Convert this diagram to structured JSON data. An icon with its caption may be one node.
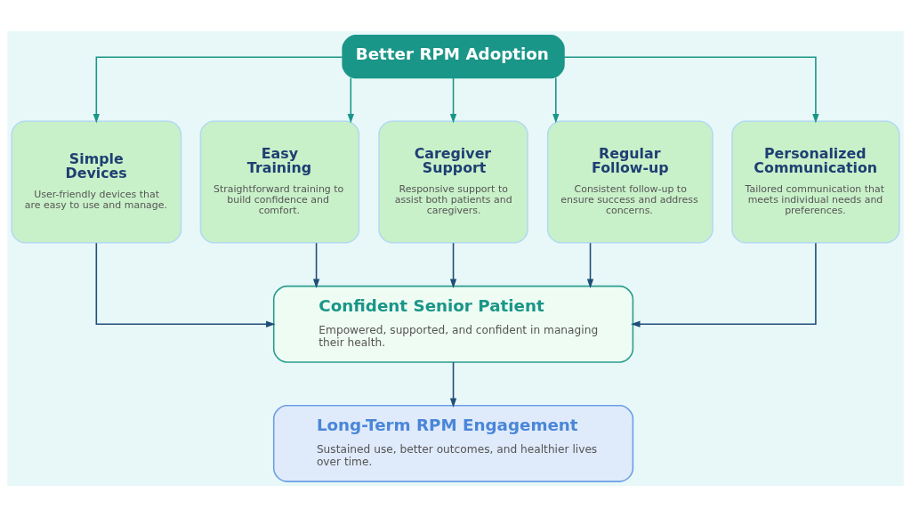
{
  "diagram": {
    "nodes": [
      {
        "text": [
          "Better RPM Adoption"
        ]
      },
      {
        "text": [
          "Simple Devices",
          "User-friendly devices that are easy to use and manage."
        ]
      },
      {
        "text": [
          "Easy Training",
          "Straightforward training to build confidence and comfort."
        ]
      },
      {
        "text": [
          "Caregiver Support",
          "Responsive support to assist both patients and caregivers."
        ]
      },
      {
        "text": [
          "Regular Follow-up",
          "Consistent follow-up to ensure success and address concerns."
        ]
      },
      {
        "text": [
          "Personalized Communication",
          "Tailored communication that meets individual needs and preferences."
        ]
      },
      {
        "text": [
          "Confident Senior Patient",
          "Empowered, supported, and confident in managing their health."
        ]
      },
      {
        "text": [
          "Long-Term RPM Engagement",
          "Sustained use, better outcomes, and healthier lives over time."
        ]
      }
    ],
    "edges": [
      {
        "from": 0,
        "to": 1,
        "arrow": "to",
        "color": "#1a9688"
      },
      {
        "from": 0,
        "to": 2,
        "arrow": "to",
        "color": "#1a9688"
      },
      {
        "from": 0,
        "to": 3,
        "arrow": "to",
        "color": "#1a9688"
      },
      {
        "from": 0,
        "to": 4,
        "arrow": "to",
        "color": "#1a9688"
      },
      {
        "from": 0,
        "to": 5,
        "arrow": "to",
        "color": "#1a9688"
      },
      {
        "from": 1,
        "to": 6,
        "arrow": "to"
      },
      {
        "from": 2,
        "to": 6,
        "arrow": "to"
      },
      {
        "from": 3,
        "to": 6,
        "arrow": "to"
      },
      {
        "from": 4,
        "to": 6,
        "arrow": "to"
      },
      {
        "from": 5,
        "to": 6,
        "arrow": "to"
      },
      {
        "from": 6,
        "to": 7,
        "arrow": "to"
      }
    ]
  }
}
